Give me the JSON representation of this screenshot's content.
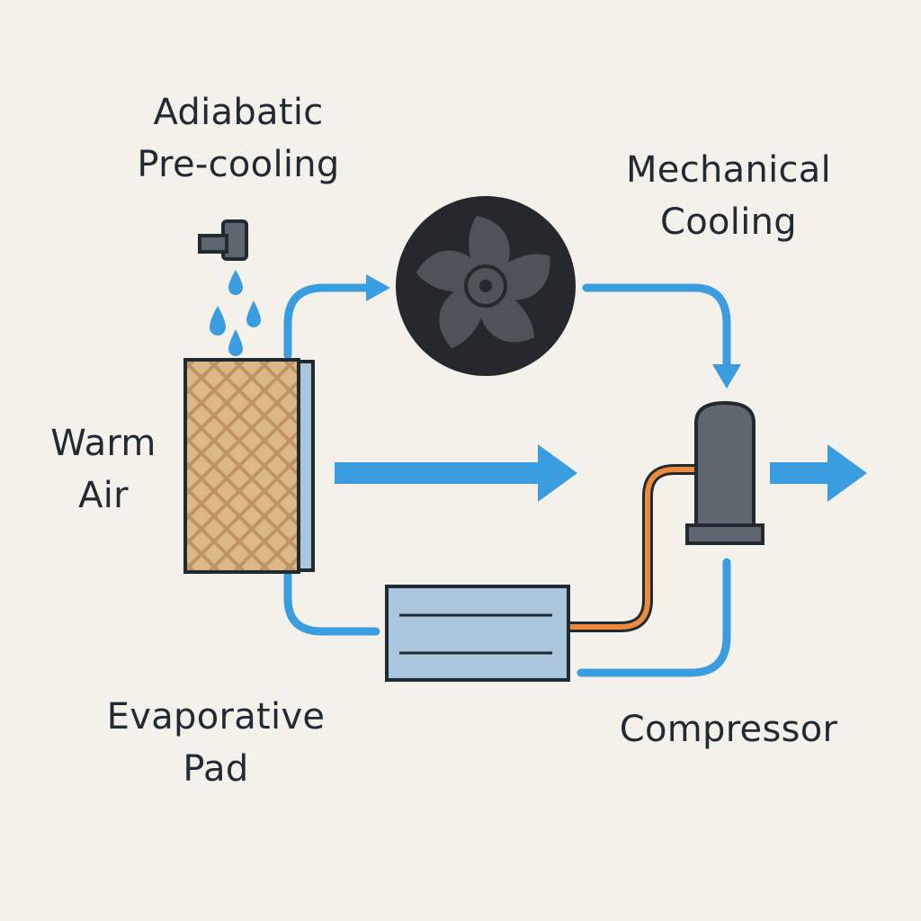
{
  "labels": {
    "adiabatic": {
      "line1": "Adiabatic",
      "line2": "Pre-cooling"
    },
    "mechanical": {
      "line1": "Mechanical",
      "line2": "Cooling"
    },
    "warm_air": {
      "line1": "Warm",
      "line2": "Air"
    },
    "evaporative": {
      "line1": "Evaporative",
      "line2": "Pad"
    },
    "compressor": {
      "line1": "Compressor"
    }
  },
  "colors": {
    "background": "#f4f0ea",
    "text": "#1f2a33",
    "air_flow": "#3a9de0",
    "refrigerant_line": "#ef8a3c",
    "pad_fill": "#dcb889",
    "pad_mesh": "#c09366",
    "fan_body": "#25292d",
    "fan_blade": "#4d5358",
    "compressor_body": "#5f666d",
    "coil_fill": "#a9c6dc",
    "outline": "#1f2a33"
  },
  "icons": [
    "faucet-icon",
    "water-drop-icon",
    "fan-icon",
    "compressor-icon",
    "condenser-coil-icon",
    "evaporative-pad-icon"
  ]
}
